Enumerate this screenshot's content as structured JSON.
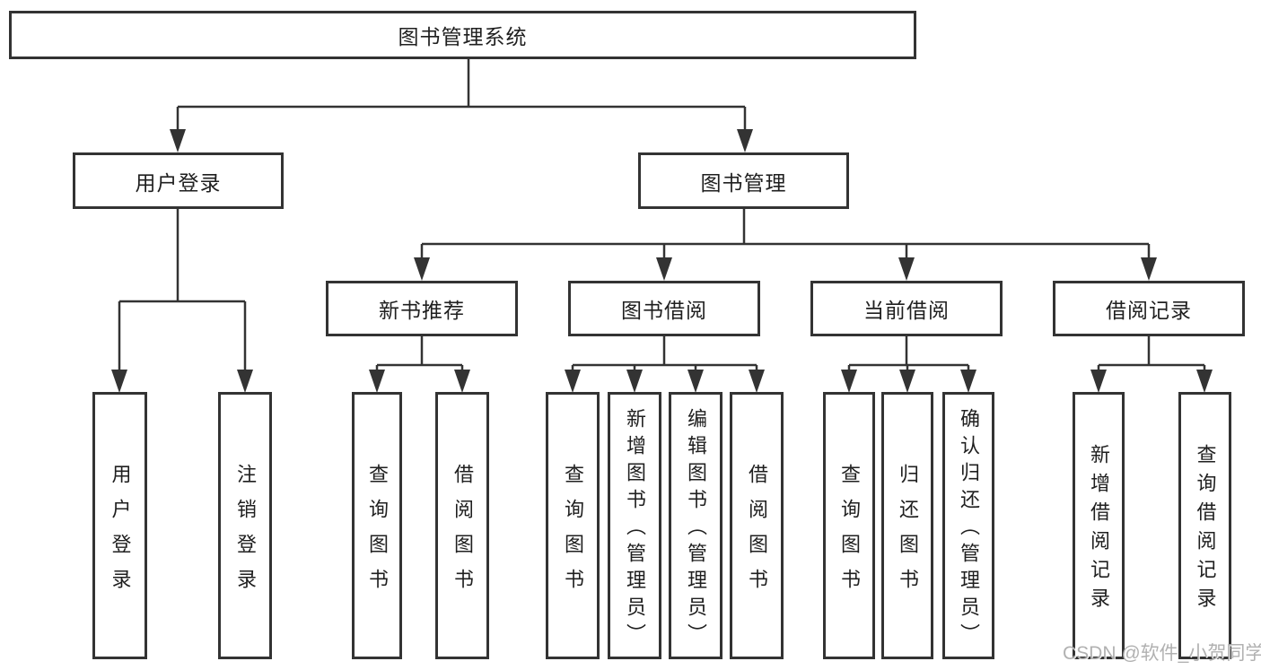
{
  "diagram_title": "图书管理系统",
  "nodes": {
    "root": "图书管理系统",
    "login_branch": "用户登录",
    "mgmt_branch": "图书管理",
    "mgmt_children": [
      "新书推荐",
      "图书借阅",
      "当前借阅",
      "借阅记录"
    ],
    "login_leaves": [
      "用户登录",
      "注销登录"
    ],
    "recommend_leaves": [
      "查询图书",
      "借阅图书"
    ],
    "borrow_leaves": [
      "查询图书",
      "新增图书（管理员）",
      "编辑图书（管理员）",
      "借阅图书"
    ],
    "current_leaves": [
      "查询图书",
      "归还图书",
      "确认归还（管理员）"
    ],
    "record_leaves": [
      "新增借阅记录",
      "查询借阅记录"
    ]
  },
  "watermark": {
    "text": "CSDN @软件_小贺同学"
  },
  "colors": {
    "line": "#333333",
    "box_border": "#333333",
    "text": "#1f1f1f",
    "watermark_text": "#a8a8a8",
    "background": "#ffffff"
  }
}
